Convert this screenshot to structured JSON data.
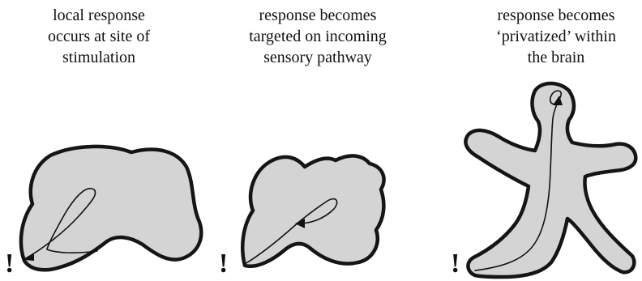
{
  "panels": [
    {
      "caption_lines": [
        "local response",
        "occurs at site of",
        "stimulation"
      ],
      "marker": "!"
    },
    {
      "caption_lines": [
        "response becomes",
        "targeted on incoming",
        "sensory pathway"
      ],
      "marker": "!"
    },
    {
      "caption_lines": [
        "response becomes",
        "‘privatized’ within",
        "the brain"
      ],
      "marker": "!"
    }
  ]
}
